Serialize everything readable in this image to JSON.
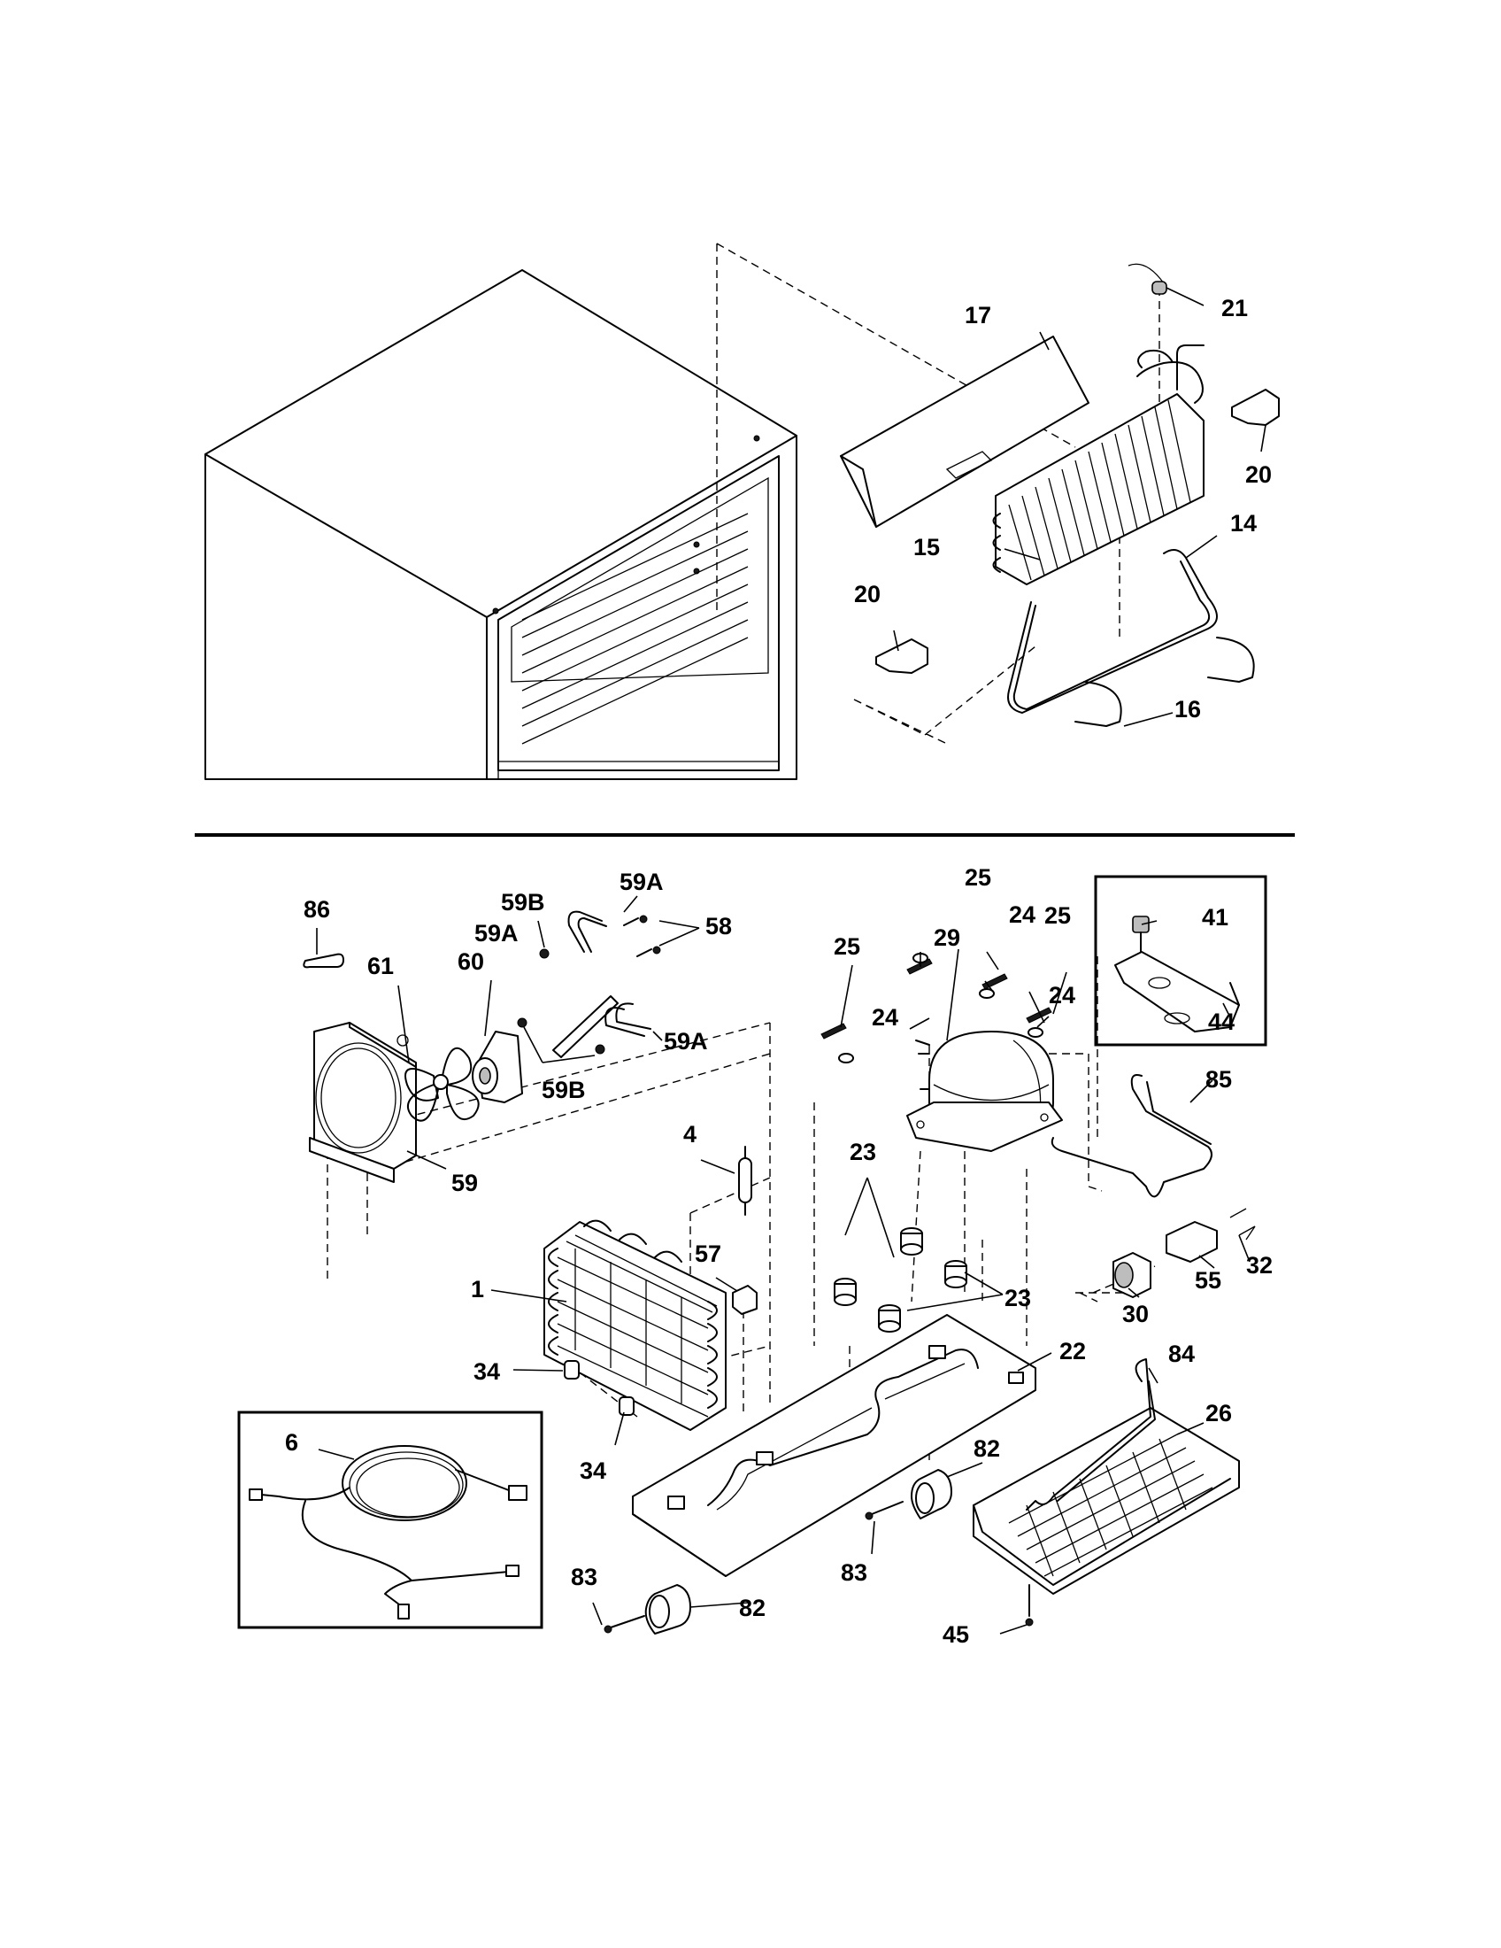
{
  "labels": {
    "p21": "21",
    "p17": "17",
    "p20a": "20",
    "p20b": "20",
    "p15": "15",
    "p14": "14",
    "p16": "16",
    "p86": "86",
    "p59b1": "59B",
    "p59a1": "59A",
    "p59a2": "59A",
    "p58": "58",
    "p60": "60",
    "p61": "61",
    "p59a3": "59A",
    "p59b2": "59B",
    "p59": "59",
    "p25a": "25",
    "p25b": "25",
    "p25c": "25",
    "p24a": "24",
    "p24b": "24",
    "p24c": "24",
    "p29": "29",
    "p41": "41",
    "p44": "44",
    "p85": "85",
    "p4": "4",
    "p23a": "23",
    "p23b": "23",
    "p57": "57",
    "p1": "1",
    "p32": "32",
    "p55": "55",
    "p30": "30",
    "p22": "22",
    "p84": "84",
    "p26": "26",
    "p34a": "34",
    "p34b": "34",
    "p6": "6",
    "p82a": "82",
    "p82b": "82",
    "p83a": "83",
    "p83b": "83",
    "p45": "45"
  }
}
